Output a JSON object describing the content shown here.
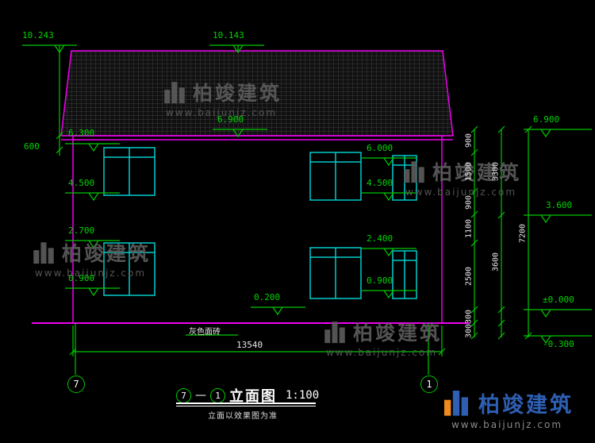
{
  "watermark": {
    "brand": "柏竣建筑",
    "url": "www.baijunjz.com"
  },
  "footer": {
    "brand": "柏竣建筑",
    "url": "www.baijunjz.com"
  },
  "title": {
    "axis_left": "7",
    "dash": "—",
    "axis_right": "1",
    "name": "立面图",
    "scale": "1:100",
    "note": "立面以效果图为准"
  },
  "axis": {
    "left": "7",
    "right": "1"
  },
  "labels": {
    "material": "灰色面砖",
    "total_width": "13540"
  },
  "elev": {
    "left_peak": "10.243",
    "roof_peak": "10.143",
    "eave_center": "6.900",
    "eave_right": "6.900",
    "left_offset": "600",
    "win_head_left": "6.300",
    "win_head_right": "6.000",
    "win_sill_upper_left": "4.500",
    "win_sill_upper_right": "4.500",
    "floor2": "3.600",
    "win_head_lower_left": "2.700",
    "win_head_lower_right": "2.400",
    "win_sill_lower_left": "0.900",
    "win_sill_lower_right": "0.900",
    "porch": "0.200",
    "zero": "±0.000",
    "below_grade": "-0.300"
  },
  "dims": {
    "inner": [
      "900",
      "1500",
      "900",
      "1100",
      "2500",
      "300",
      "300"
    ],
    "outer": [
      "3300",
      "3600"
    ],
    "total": "7200"
  }
}
